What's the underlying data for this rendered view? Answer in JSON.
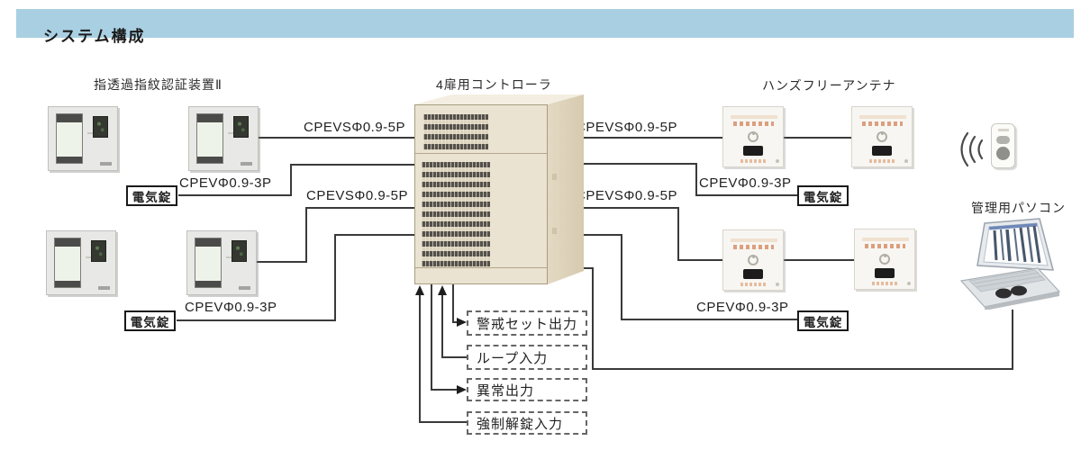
{
  "title": "システム構成",
  "sections": {
    "fingerprint_device": "指透過指紋認証装置Ⅱ",
    "controller": "4扉用コントローラ",
    "handsfree_antenna": "ハンズフリーアンテナ",
    "management_pc": "管理用パソコン"
  },
  "cable_labels": {
    "cpevs_5p": "CPEVSΦ0.9-5P",
    "cpev_3p": "CPEVΦ0.9-3P"
  },
  "electric_lock_label": "電気錠",
  "io_terminals": [
    {
      "label": "警戒セット出力",
      "type": "output"
    },
    {
      "label": "ループ入力",
      "type": "input"
    },
    {
      "label": "異常出力",
      "type": "output"
    },
    {
      "label": "強制解錠入力",
      "type": "input"
    }
  ],
  "device_counts": {
    "fingerprint_units": 4,
    "antenna_units": 4
  },
  "colors": {
    "title_bar_bg": "#a9cfe2",
    "wire": "#3a3a3a",
    "cabinet_front": "#ebe3d1",
    "cabinet_side": "#d9cdb4",
    "antenna_accent": "#dc9f7e"
  }
}
